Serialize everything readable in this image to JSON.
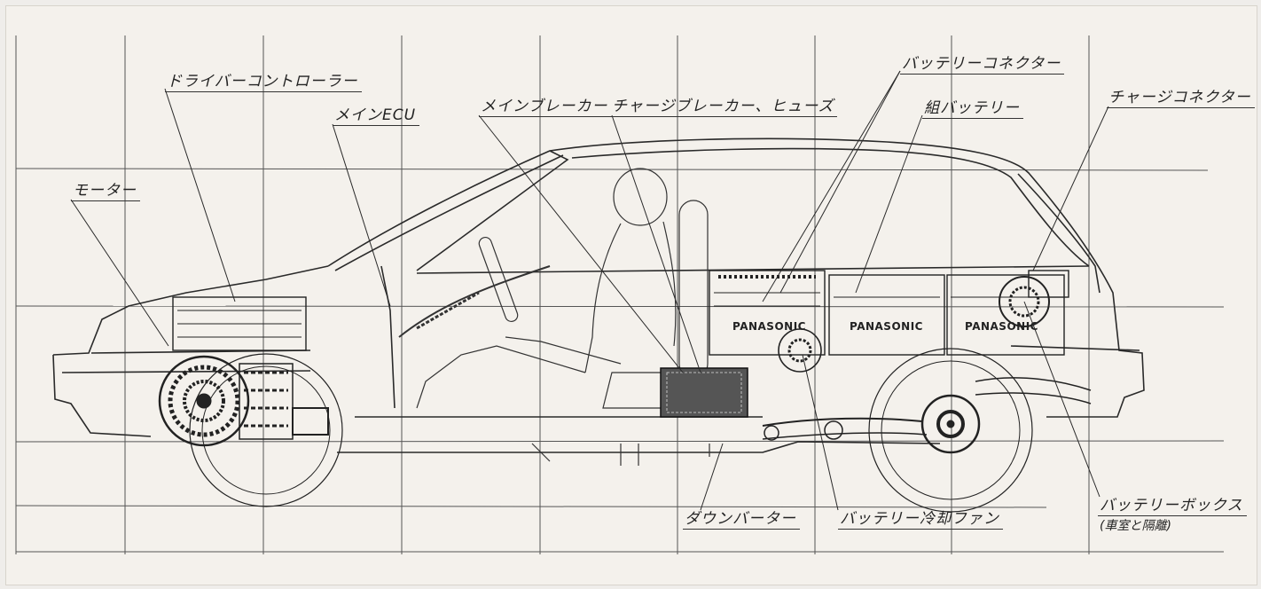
{
  "labels": {
    "driver_controller": "ドライバーコントローラー",
    "main_ecu": "メインECU",
    "main_breaker": "メインブレーカー",
    "charge_breaker_fuse": "チャージブレーカー、ヒューズ",
    "battery_connector": "バッテリーコネクター",
    "assembled_battery": "組バッテリー",
    "charge_connector": "チャージコネクター",
    "motor": "モーター",
    "down_converter": "ダウンバーター",
    "battery_cooling_fan": "バッテリー冷却ファン",
    "battery_box": "バッテリーボックス",
    "battery_box_note": "(車室と隔離)"
  },
  "battery_brand": [
    "PANASONIC",
    "PANASONIC",
    "PANASONIC"
  ],
  "colors": {
    "paper": "#f4f1ec",
    "ink": "#2a2a2a",
    "grid": "#555555"
  }
}
